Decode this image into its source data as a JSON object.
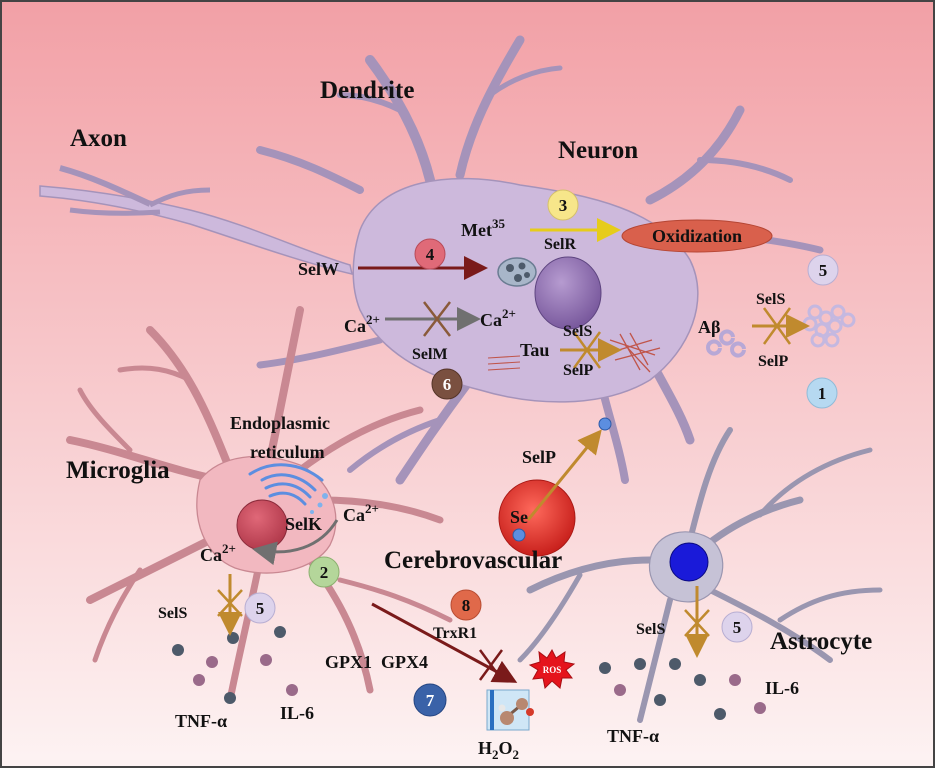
{
  "labels": {
    "axon": "Axon",
    "dendrite": "Dendrite",
    "neuron": "Neuron",
    "met": "Met",
    "met_sup": "35",
    "selr": "SelR",
    "oxidization": "Oxidization",
    "selw": "SelW",
    "ca_left": "Ca",
    "ca_right": "Ca",
    "ca_sup": "2+",
    "selm": "SelM",
    "tau": "Tau",
    "sels_tau": "SelS",
    "selp_tau": "SelP",
    "abeta": "Aβ",
    "sels_ab": "SelS",
    "selp_ab": "SelP",
    "er_line1": "Endoplasmic",
    "er_line2": "reticulum",
    "microglia": "Microglia",
    "selk": "SelK",
    "ca_er": "Ca",
    "ca_mg": "Ca",
    "selp_vessel": "SelP",
    "se": "Se",
    "cerebrovascular": "Cerebrovascular",
    "sels_mg": "SelS",
    "trxr1": "TrxR1",
    "gpx": "GPX1  GPX4",
    "ros": "ROS",
    "h2o2_h": "H",
    "h2o2_2a": "2",
    "h2o2_o": "O",
    "h2o2_2b": "2",
    "tnf_mg": "TNF-α",
    "il6_mg": "IL-6",
    "sels_ast": "SelS",
    "astrocyte": "Astrocyte",
    "tnf_ast": "TNF-α",
    "il6_ast": "IL-6"
  },
  "badges": {
    "b1": "1",
    "b2": "2",
    "b3": "3",
    "b4": "4",
    "b5_ab": "5",
    "b5_mg": "5",
    "b5_ast": "5",
    "b6": "6",
    "b7": "7",
    "b8": "8"
  },
  "colors": {
    "background_top": "#f2a0a6",
    "background_bottom": "#fdf3f3",
    "neuron": "#cdb9dc",
    "microglia": "#f2b8c0",
    "astrocyte": "#c6c2d6",
    "vessel": "#e53b35",
    "oxidization": "#d9604c",
    "arrow_gold": "#c08a2e",
    "arrow_dark_red": "#7a1a1a",
    "arrow_gray": "#707070",
    "arrow_yellow": "#f4e23a"
  }
}
